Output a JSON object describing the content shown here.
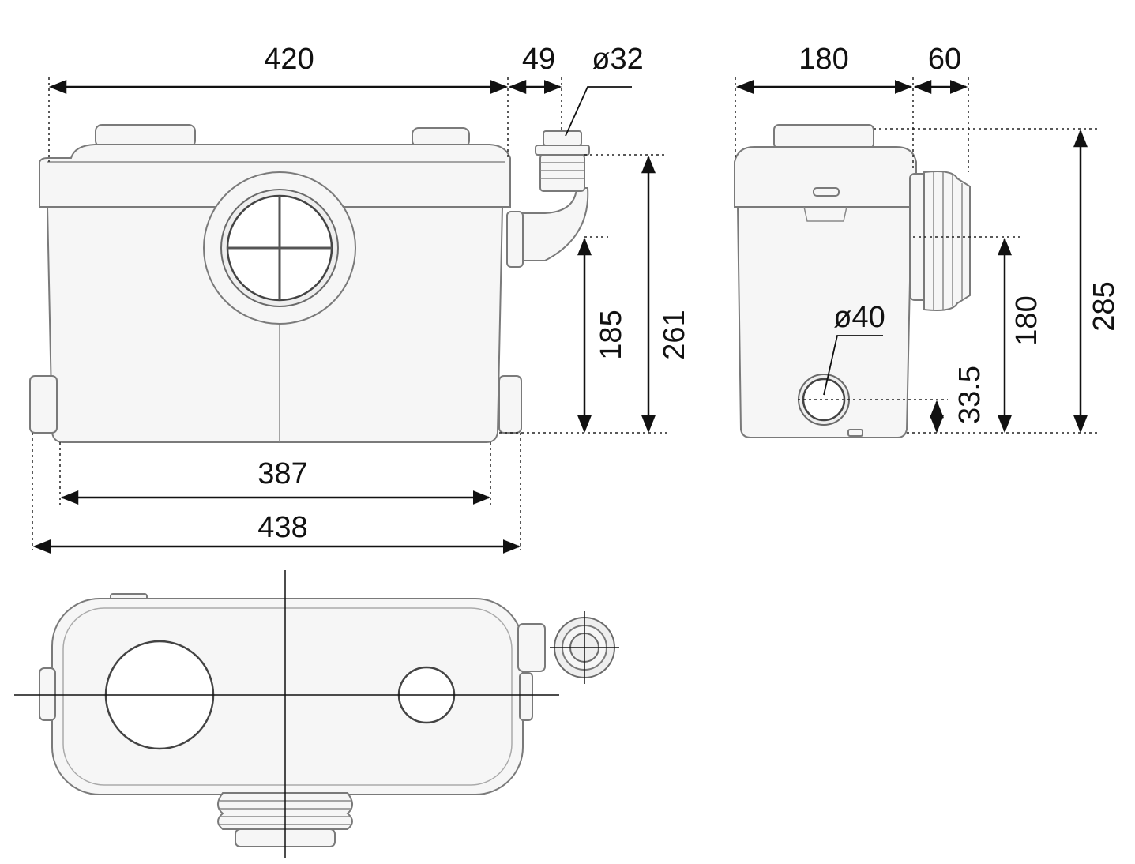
{
  "front_view": {
    "width_top": "420",
    "outlet_offset": "49",
    "outlet_diameter": "ø32",
    "inlet_height": "185",
    "total_height": "261",
    "base_width": "387",
    "overall_width": "438"
  },
  "side_view": {
    "depth": "180",
    "inlet_protrusion": "60",
    "overall_height": "285",
    "inlet_height": "180",
    "small_inlet_height": "33.5",
    "small_inlet_diameter": "ø40"
  },
  "colors": {
    "line": "#111111",
    "body_fill": "#f6f6f6",
    "body_stroke": "#7a7a7a"
  }
}
